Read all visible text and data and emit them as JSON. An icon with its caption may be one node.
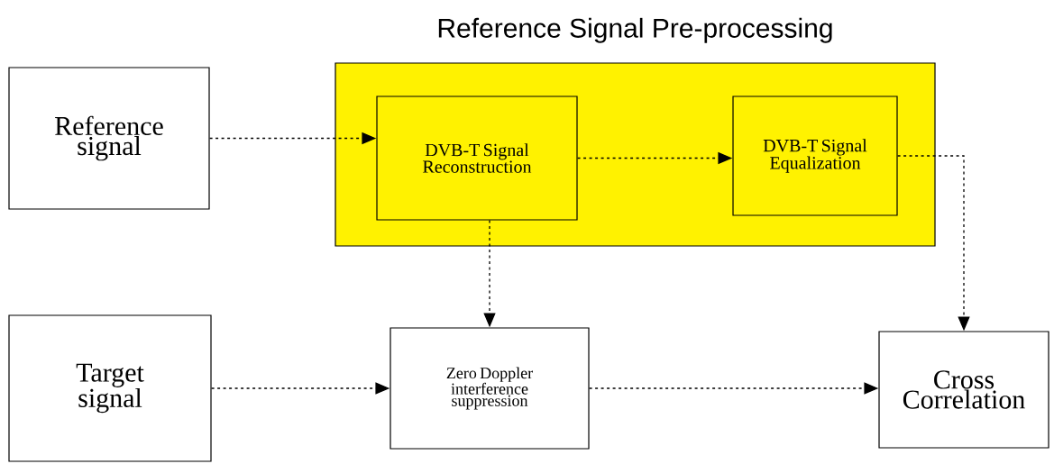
{
  "diagram": {
    "nodes": [
      {
        "text": [
          "Reference signal"
        ]
      },
      {
        "text": [
          "Reference Signal Pre-processing"
        ]
      },
      {
        "text": [
          "DVB-T Signal Reconstruction"
        ],
        "in": 1
      },
      {
        "text": [
          "DVB-T Signal Equalization"
        ],
        "in": 1
      },
      {
        "text": [
          "Target signal"
        ]
      },
      {
        "text": [
          "Zero Doppler interference suppression"
        ]
      },
      {
        "text": [
          "Cross Correlation"
        ]
      }
    ],
    "edges": [
      {
        "from": 0,
        "to": 2,
        "arrow": "to",
        "style": "dashed"
      },
      {
        "from": 2,
        "to": 3,
        "arrow": "to",
        "style": "dashed"
      },
      {
        "from": 3,
        "to": 6,
        "arrow": "to",
        "style": "dashed"
      },
      {
        "from": 2,
        "to": 5,
        "arrow": "to",
        "style": "dashed"
      },
      {
        "from": 4,
        "to": 5,
        "arrow": "to",
        "style": "dashed"
      },
      {
        "from": 5,
        "to": 6,
        "arrow": "to",
        "style": "dashed"
      }
    ]
  }
}
